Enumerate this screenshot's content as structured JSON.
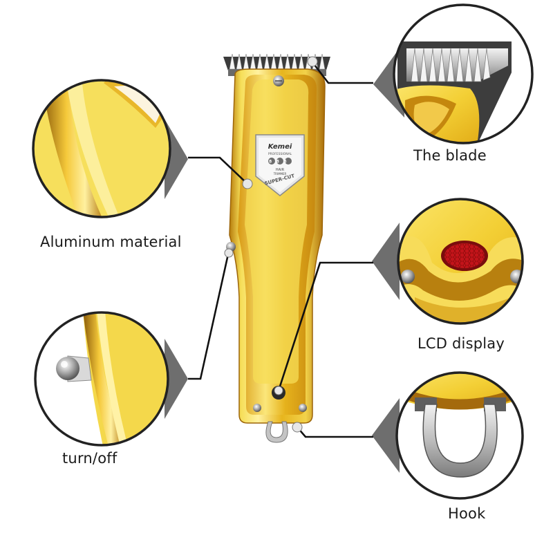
{
  "brand": {
    "logo": "Kemei",
    "line1": "PROFESSIONAL",
    "model_mark": "888",
    "line2": "HAIR",
    "line3": "TRIMMER",
    "line4": "SUPER-CUT"
  },
  "callouts": {
    "blade": "The blade",
    "aluminum": "Aluminum material",
    "lcd": "LCD display",
    "power": "turn/off",
    "hook": "Hook"
  },
  "colors": {
    "gold_light": "#f7e15a",
    "gold_mid": "#e4b51c",
    "gold_dark": "#a86a0a",
    "lcd_red": "#c8141a",
    "steel": "#bdbdbd"
  }
}
